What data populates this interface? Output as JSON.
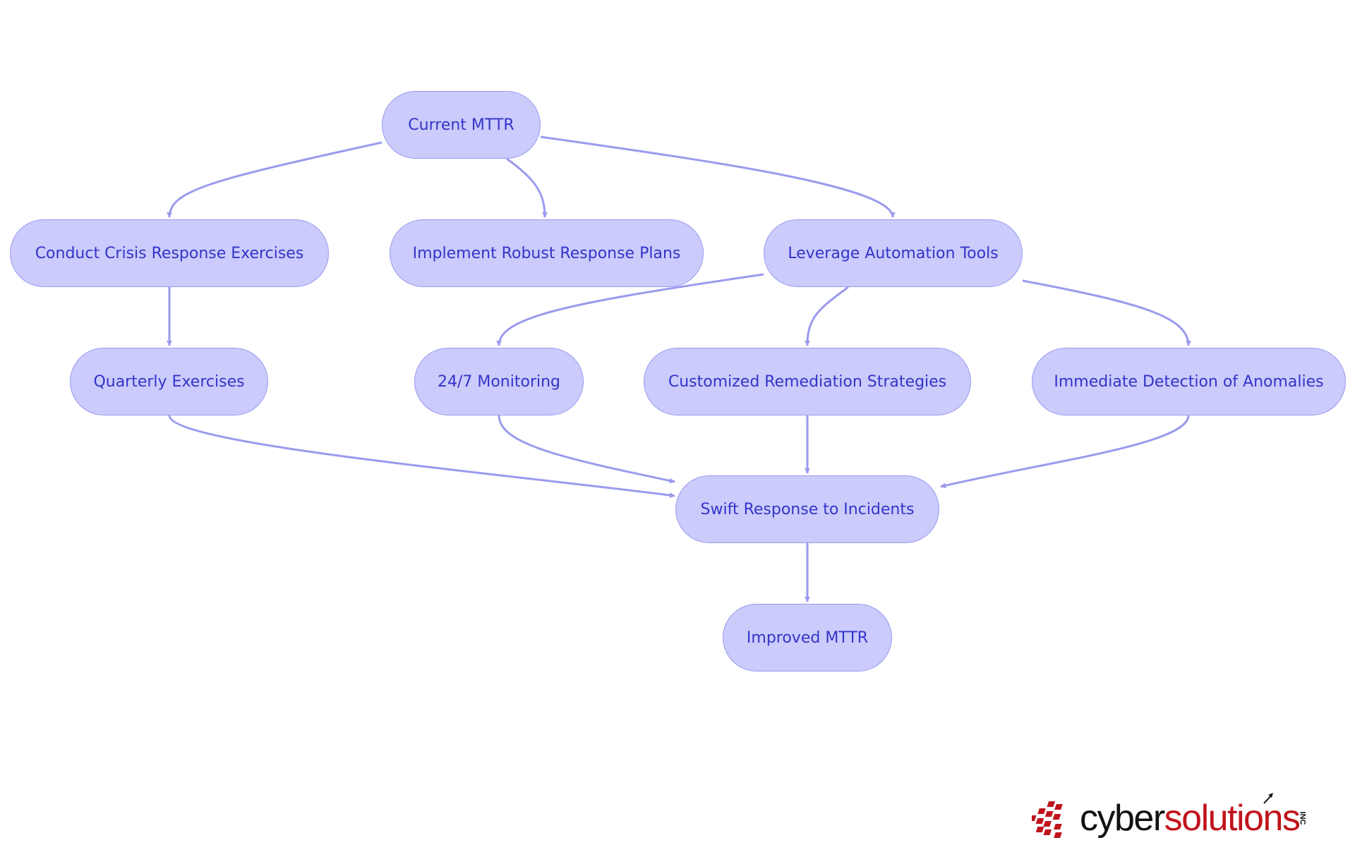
{
  "diagram": {
    "nodes": [
      {
        "id": "current",
        "label": "Current MTTR"
      },
      {
        "id": "crisis",
        "label": "Conduct Crisis Response Exercises"
      },
      {
        "id": "plans",
        "label": "Implement Robust Response Plans"
      },
      {
        "id": "automation",
        "label": "Leverage Automation Tools"
      },
      {
        "id": "quarterly",
        "label": "Quarterly Exercises"
      },
      {
        "id": "monitoring",
        "label": "24/7 Monitoring"
      },
      {
        "id": "remediation",
        "label": "Customized Remediation Strategies"
      },
      {
        "id": "detection",
        "label": "Immediate Detection of Anomalies"
      },
      {
        "id": "swift",
        "label": "Swift Response to Incidents"
      },
      {
        "id": "improved",
        "label": "Improved MTTR"
      }
    ],
    "edges": [
      {
        "from": "current",
        "to": "crisis"
      },
      {
        "from": "current",
        "to": "plans"
      },
      {
        "from": "current",
        "to": "automation"
      },
      {
        "from": "crisis",
        "to": "quarterly"
      },
      {
        "from": "automation",
        "to": "monitoring"
      },
      {
        "from": "automation",
        "to": "remediation"
      },
      {
        "from": "automation",
        "to": "detection"
      },
      {
        "from": "quarterly",
        "to": "swift"
      },
      {
        "from": "monitoring",
        "to": "swift"
      },
      {
        "from": "remediation",
        "to": "swift"
      },
      {
        "from": "detection",
        "to": "swift"
      },
      {
        "from": "swift",
        "to": "improved"
      }
    ],
    "colors": {
      "node_fill": "#cbcbfc",
      "node_border": "#9a9aee",
      "text": "#3434c8",
      "edge": "#9a9aee"
    }
  },
  "logo": {
    "part1": "cyber",
    "part2": "solutions",
    "suffix": "INC",
    "colors": {
      "part1": "#111111",
      "part2": "#c0141c"
    }
  }
}
